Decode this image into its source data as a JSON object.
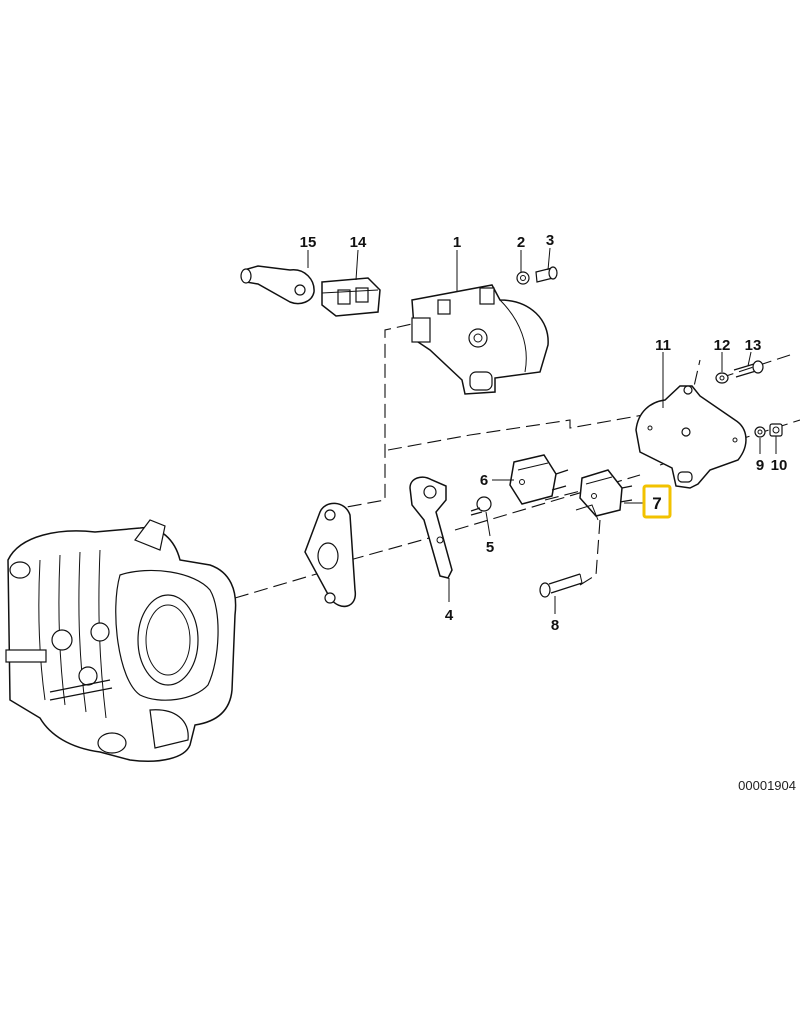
{
  "diagram": {
    "code": "00001904",
    "highlight_color": "#f2c200",
    "highlighted_part": "7",
    "parts": [
      {
        "id": "p1",
        "number": "1"
      },
      {
        "id": "p2",
        "number": "2"
      },
      {
        "id": "p3",
        "number": "3"
      },
      {
        "id": "p4",
        "number": "4"
      },
      {
        "id": "p5",
        "number": "5"
      },
      {
        "id": "p6",
        "number": "6"
      },
      {
        "id": "p7",
        "number": "7"
      },
      {
        "id": "p8",
        "number": "8"
      },
      {
        "id": "p9",
        "number": "9"
      },
      {
        "id": "p10",
        "number": "10"
      },
      {
        "id": "p11",
        "number": "11"
      },
      {
        "id": "p12",
        "number": "12"
      },
      {
        "id": "p13",
        "number": "13"
      },
      {
        "id": "p14",
        "number": "14"
      },
      {
        "id": "p15",
        "number": "15"
      }
    ]
  }
}
